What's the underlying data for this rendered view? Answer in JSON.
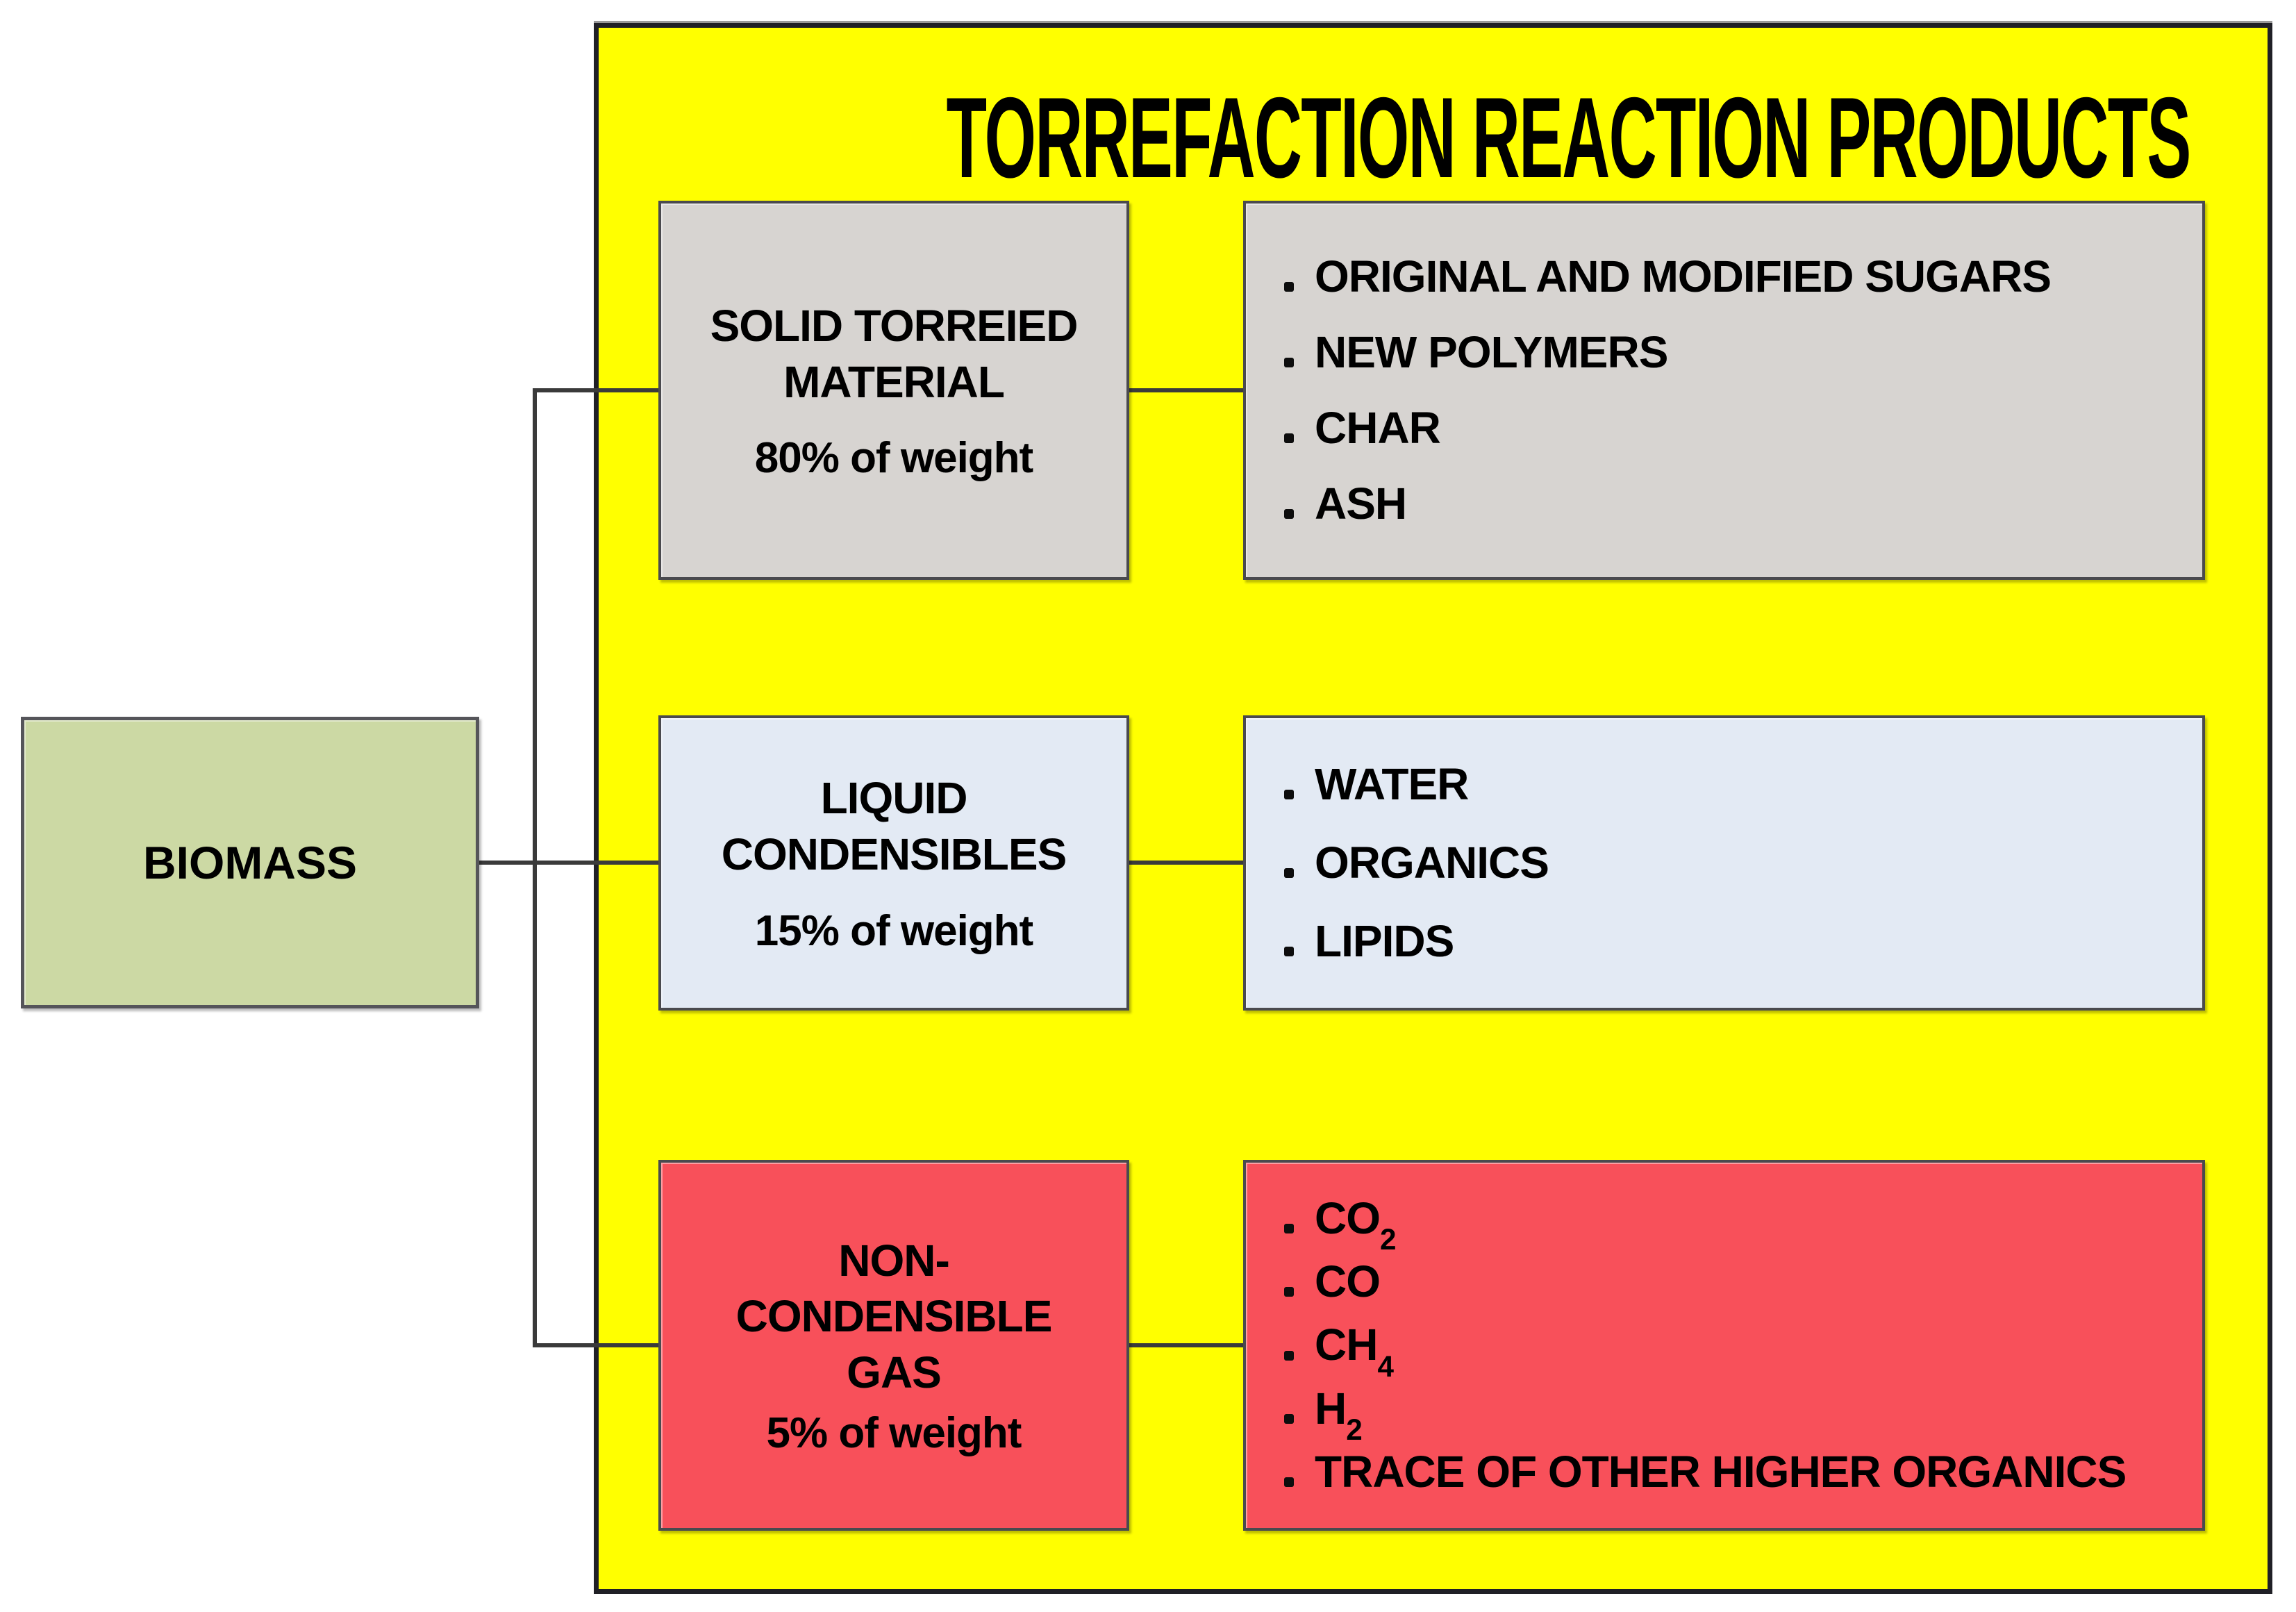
{
  "title": "TORREFACTION REACTION PRODUCTS",
  "source_label": "BIOMASS",
  "colors": {
    "panel_yellow": "#ffff00",
    "biomass_green": "#ccd9a4",
    "solid_gray": "#d7d4d1",
    "liquid_blue": "#e3eaf4",
    "gas_red": "#f8505a",
    "connector_gray": "#3a3a3a",
    "text_black": "#000000"
  },
  "rows": [
    {
      "name_lines": [
        "SOLID TORREIED",
        "MATERIAL"
      ],
      "weight": "80% of weight",
      "fill_key": "solid_gray",
      "items": [
        {
          "t": "ORIGINAL AND MODIFIED SUGARS"
        },
        {
          "t": "NEW POLYMERS"
        },
        {
          "t": "CHAR"
        },
        {
          "t": "ASH"
        }
      ]
    },
    {
      "name_lines": [
        "LIQUID",
        "CONDENSIBLES"
      ],
      "weight": "15% of weight",
      "fill_key": "liquid_blue",
      "items": [
        {
          "t": "WATER"
        },
        {
          "t": "ORGANICS"
        },
        {
          "t": "LIPIDS"
        }
      ]
    },
    {
      "name_lines": [
        "NON-",
        "CONDENSIBLE",
        "GAS"
      ],
      "weight": "5% of weight",
      "fill_key": "gas_red",
      "items": [
        {
          "t": "CO",
          "sub": "2"
        },
        {
          "t": "CO"
        },
        {
          "t": "CH",
          "sub": "4"
        },
        {
          "t": "H",
          "sub": "2"
        },
        {
          "t": "TRACE OF OTHER HIGHER ORGANICS"
        }
      ]
    }
  ]
}
